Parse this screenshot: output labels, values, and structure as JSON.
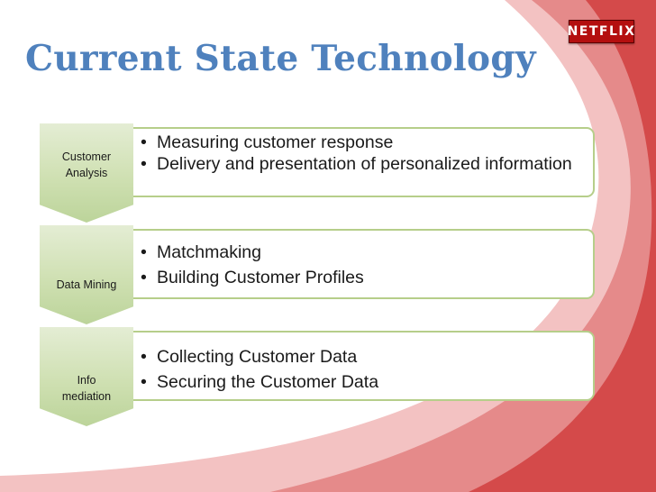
{
  "title": "Current State  Technology",
  "logo_text": "NETFLIX",
  "colors": {
    "title": "#4f81bd",
    "chevron_fill": "#cfe0b2",
    "box_border": "#b6ce8a",
    "swoosh_red": "#e06666",
    "logo_red": "#b40f0f"
  },
  "steps": [
    {
      "label": "Customer Analysis",
      "bullets": [
        "Measuring customer response",
        "Delivery and presentation of personalized information"
      ]
    },
    {
      "label": "Data Mining",
      "bullets": [
        "Matchmaking",
        "Building Customer Profiles"
      ]
    },
    {
      "label": "Info mediation",
      "bullets": [
        "Collecting Customer Data",
        "Securing the Customer Data"
      ]
    }
  ]
}
